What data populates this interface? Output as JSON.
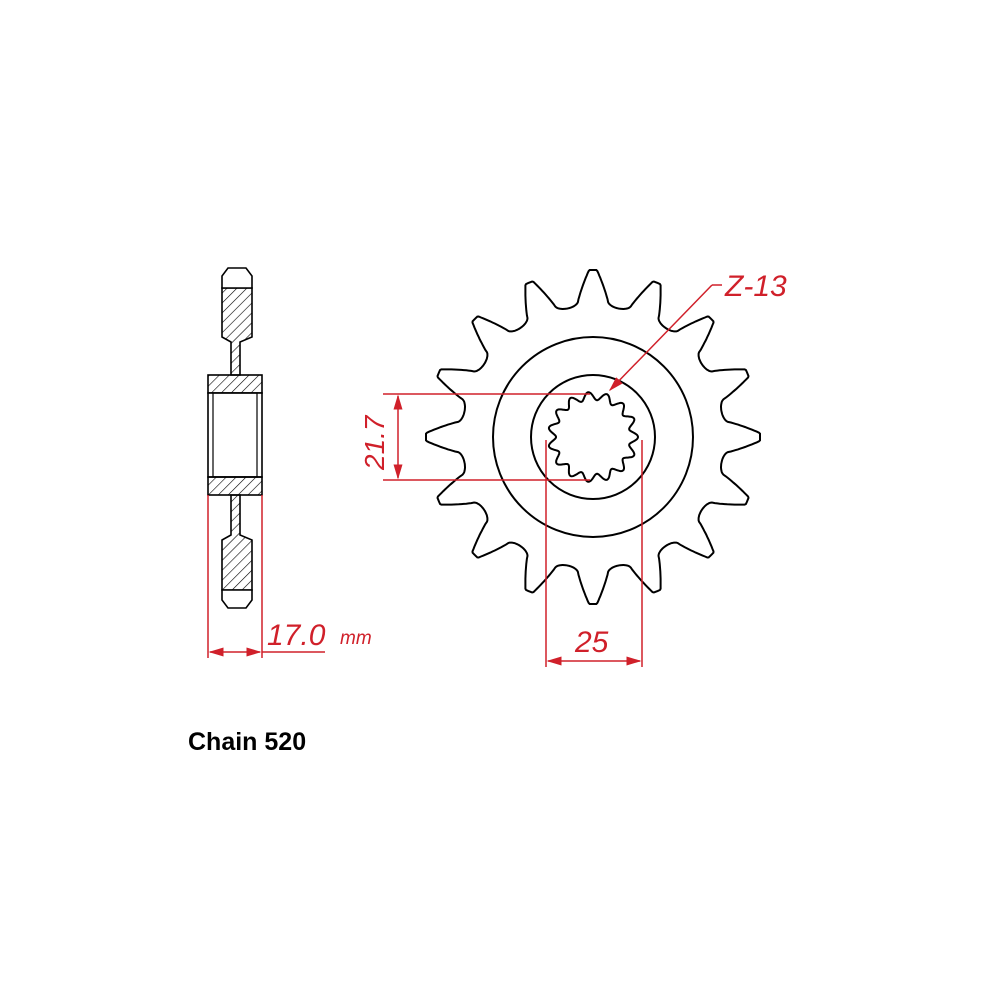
{
  "labels": {
    "tooth_count": "Z-13",
    "bore_dimension": "21.7",
    "spline_width": "25",
    "thickness": "17.0",
    "thickness_unit": "mm",
    "chain": "Chain 520"
  },
  "colors": {
    "outline": "#000000",
    "dimension": "#d0202a"
  }
}
